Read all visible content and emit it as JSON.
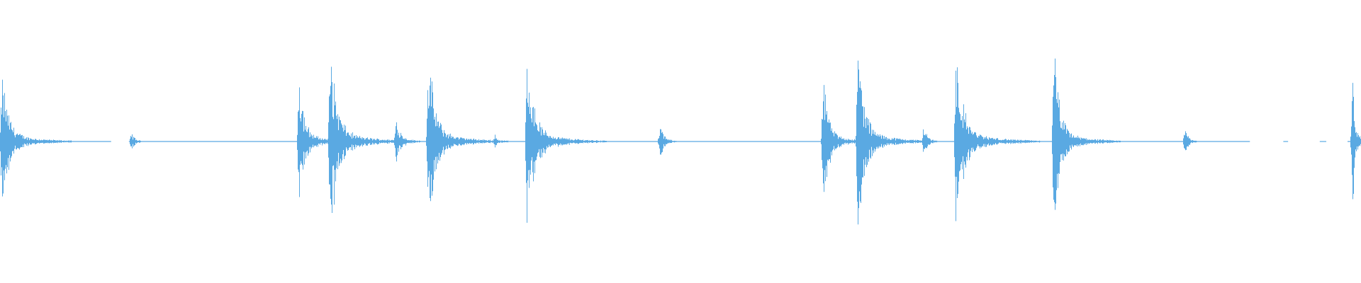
{
  "waveform": {
    "color": "#5aa9e2",
    "background": "#ffffff",
    "duration_units": 1568,
    "amplitude_range": [
      -1,
      1
    ],
    "silence_gaps": [
      [
        128,
        148
      ],
      [
        1440,
        1478
      ],
      [
        1484,
        1520
      ],
      [
        1528,
        1552
      ]
    ],
    "transients": [
      {
        "t": 2,
        "peak": 0.62,
        "decay": 40,
        "density": 1.0
      },
      {
        "t": 151,
        "peak": 0.1,
        "decay": 18,
        "density": 0.6
      },
      {
        "t": 344,
        "peak": 0.73,
        "decay": 28,
        "density": 1.0
      },
      {
        "t": 380,
        "peak": 0.92,
        "decay": 40,
        "density": 1.0
      },
      {
        "t": 456,
        "peak": 0.24,
        "decay": 26,
        "density": 0.8
      },
      {
        "t": 493,
        "peak": 0.83,
        "decay": 40,
        "density": 1.0
      },
      {
        "t": 538,
        "peak": 0.05,
        "decay": 20,
        "density": 0.5
      },
      {
        "t": 570,
        "peak": 0.08,
        "decay": 14,
        "density": 0.5
      },
      {
        "t": 607,
        "peak": 0.93,
        "decay": 38,
        "density": 1.0
      },
      {
        "t": 760,
        "peak": 0.19,
        "decay": 20,
        "density": 0.6
      },
      {
        "t": 948,
        "peak": 0.77,
        "decay": 26,
        "density": 1.0
      },
      {
        "t": 988,
        "peak": 0.96,
        "decay": 36,
        "density": 1.0
      },
      {
        "t": 1064,
        "peak": 0.18,
        "decay": 18,
        "density": 0.7
      },
      {
        "t": 1101,
        "peak": 0.85,
        "decay": 42,
        "density": 1.0
      },
      {
        "t": 1214,
        "peak": 0.91,
        "decay": 32,
        "density": 1.0
      },
      {
        "t": 1365,
        "peak": 0.17,
        "decay": 16,
        "density": 0.6
      },
      {
        "t": 1558,
        "peak": 0.85,
        "decay": 10,
        "density": 1.0
      }
    ]
  }
}
